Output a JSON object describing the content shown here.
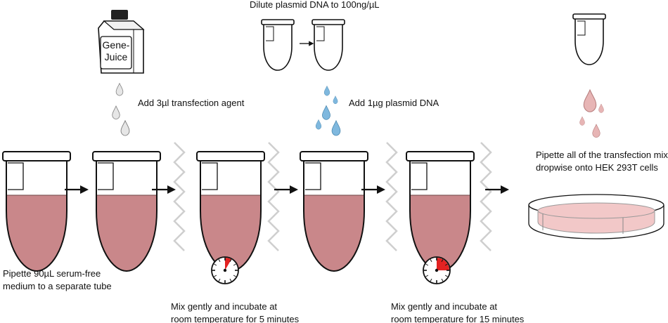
{
  "bottle": {
    "label_line1": "Gene-",
    "label_line2": "Juice"
  },
  "labels": {
    "dilute_dna": "Dilute plasmid DNA to 100ng/µL",
    "add_transfection_agent": "Add 3µl transfection agent",
    "add_plasmid_dna": "Add 1µg plasmid DNA",
    "pipette_serum_free": [
      "Pipette 90µL serum-free",
      "medium to a separate tube"
    ],
    "mix_incubate_5": [
      "Mix gently and incubate at",
      "room temperature for 5 minutes"
    ],
    "mix_incubate_15": [
      "Mix gently and incubate at",
      "room temperature for 15 minutes"
    ],
    "pipette_onto_cells": [
      "Pipette all of the transfection mixture",
      "dropwise onto HEK 293T cells"
    ]
  },
  "timers": [
    {
      "elapsed_minutes": 5,
      "dial_minutes": 60
    },
    {
      "elapsed_minutes": 15,
      "dial_minutes": 60
    }
  ],
  "colors": {
    "medium": "#c9878a",
    "dna": "#8fc3e4",
    "drop_agent": "#e6e6e6",
    "timer_fill": "#e32222",
    "cells": "#f2c8c8"
  }
}
